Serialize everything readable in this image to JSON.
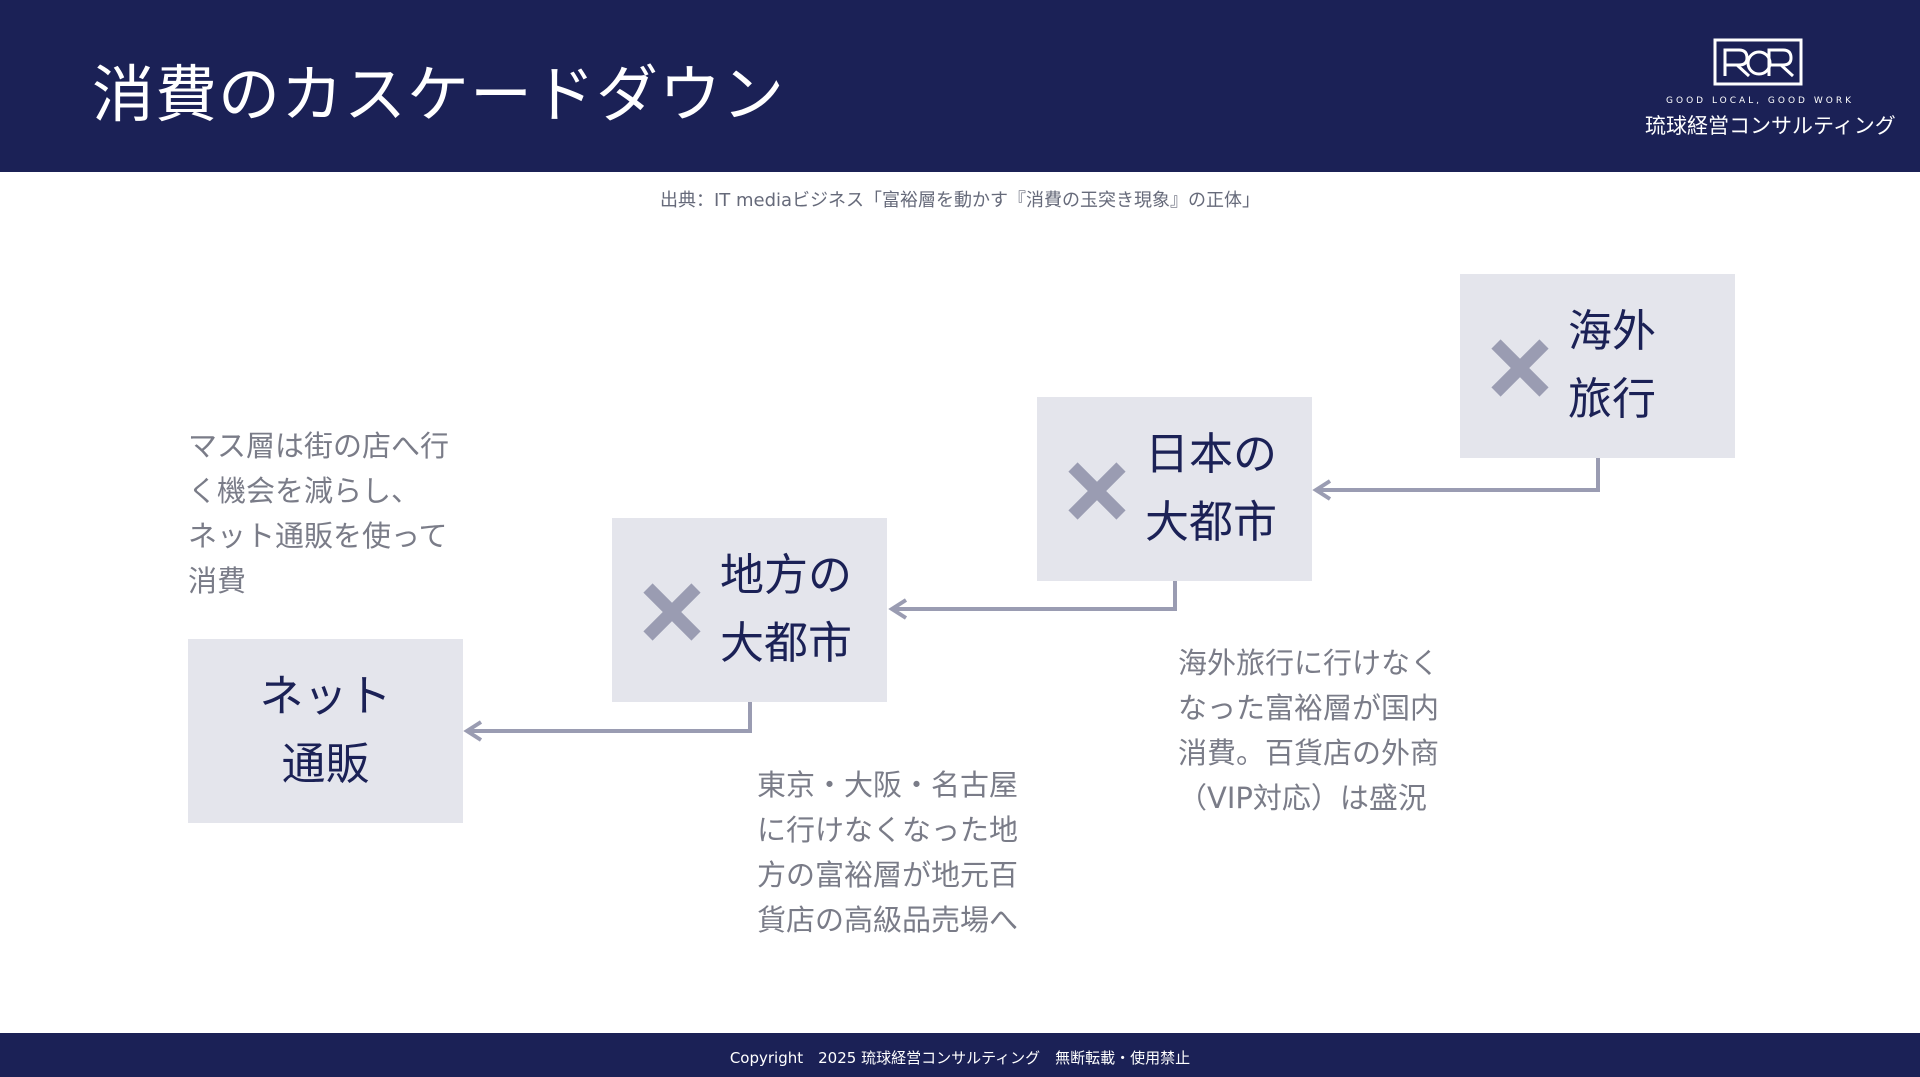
{
  "header": {
    "title": "消費のカスケードダウン",
    "logo": {
      "tagline": "GOOD LOCAL, GOOD WORK",
      "company": "琉球経営コンサルティング"
    }
  },
  "source": "出典：IT mediaビジネス「富裕層を動かす『消費の玉突き現象』の正体」",
  "boxes": {
    "overseas": {
      "line1": "海外",
      "line2": "旅行",
      "icon": "x-icon"
    },
    "japan_city": {
      "line1": "日本の",
      "line2": "大都市",
      "icon": "x-icon"
    },
    "local_city": {
      "line1": "地方の",
      "line2": "大都市",
      "icon": "x-icon"
    },
    "online": {
      "line1": "ネット",
      "line2": "通販"
    }
  },
  "notes": {
    "online": [
      "マス層は街の店へ行",
      "く機会を減らし、",
      "ネット通販を使って",
      "消費"
    ],
    "local_city": [
      "東京・大阪・名古屋",
      "に行けなくなった地",
      "方の富裕層が地元百",
      "貨店の高級品売場へ"
    ],
    "japan_city": [
      "海外旅行に行けなく",
      "なった富裕層が国内",
      "消費。百貨店の外商",
      "（VIP対応）は盛況"
    ]
  },
  "colors": {
    "navy": "#1b2156",
    "box_bg": "#e4e5ec",
    "x_mark": "#9a9cb2",
    "arrow": "#9a9cb2",
    "note_text": "#7a7c88"
  },
  "footer": "Copyright　2025 琉球経営コンサルティング　無断転載・使用禁止"
}
